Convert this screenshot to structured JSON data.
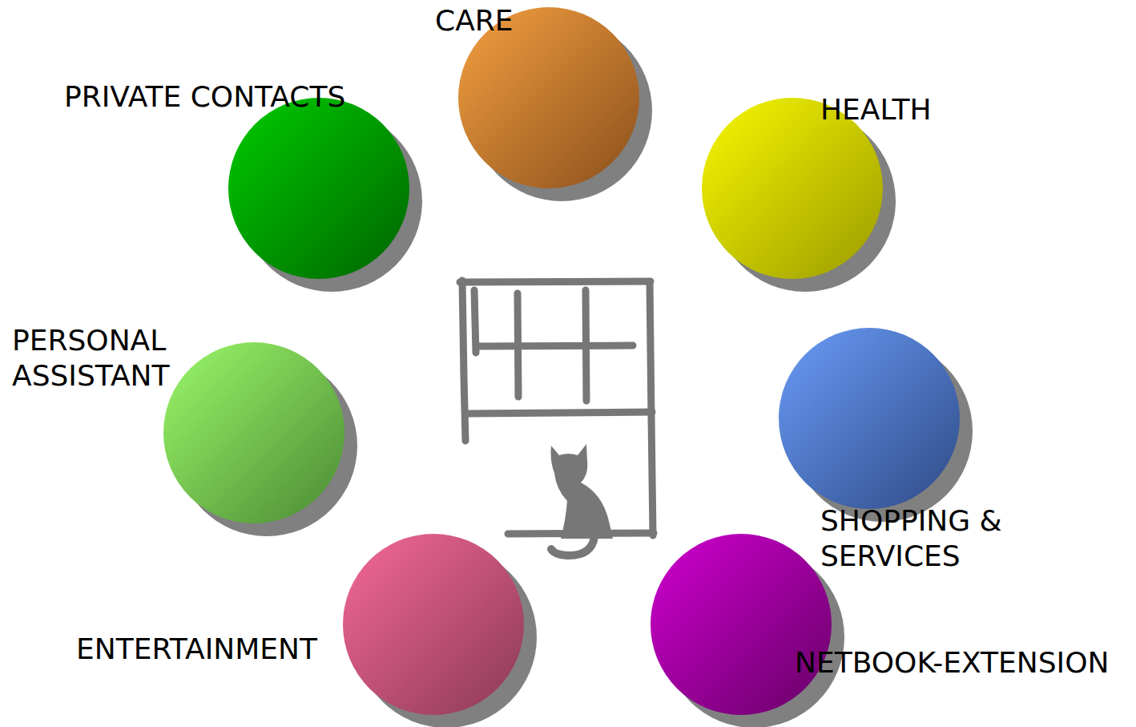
{
  "diagram": {
    "nodes": [
      {
        "text": [
          "CARE"
        ]
      },
      {
        "text": [
          "HEALTH"
        ]
      },
      {
        "text": [
          "SHOPPING & SERVICES"
        ]
      },
      {
        "text": [
          "NETBOOK-EXTENSION"
        ]
      },
      {
        "text": [
          "ENTERTAINMENT"
        ]
      },
      {
        "text": [
          "PERSONAL ASSISTANT"
        ]
      },
      {
        "text": [
          "PRIVATE CONTACTS"
        ]
      }
    ]
  }
}
